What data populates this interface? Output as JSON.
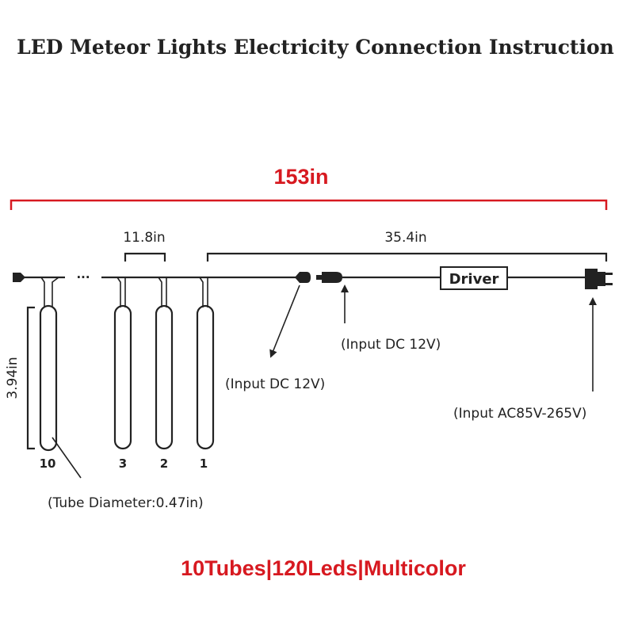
{
  "title": "LED Meteor Lights Electricity Connection Instruction",
  "total_length": "153in",
  "spacing_label": "11.8in",
  "lead_length": "35.4in",
  "tube_length": "3.94in",
  "tube_diameter": "(Tube Diameter:0.47in)",
  "input_dc_female": "(Input DC 12V)",
  "input_dc_male": "(Input DC 12V)",
  "input_ac": "(Input AC85V-265V)",
  "driver_label": "Driver",
  "ellipsis": "···",
  "tubes": [
    {
      "label": "10"
    },
    {
      "label": "3"
    },
    {
      "label": "2"
    },
    {
      "label": "1"
    }
  ],
  "summary": "10Tubes|120Leds|Multicolor",
  "colors": {
    "accent": "#d71920",
    "ink": "#222222"
  }
}
